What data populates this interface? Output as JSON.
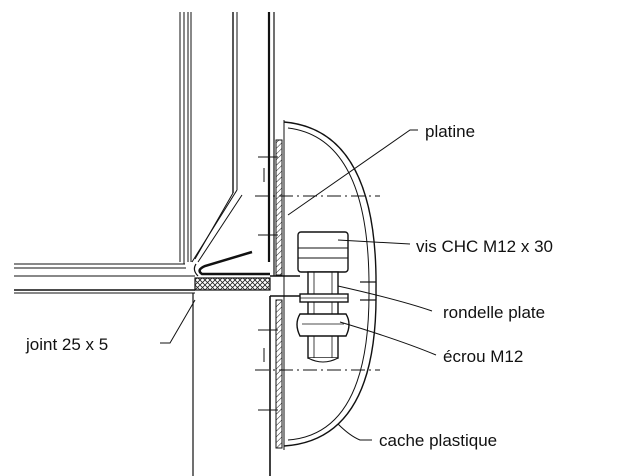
{
  "labels": {
    "platine": "platine",
    "vis": "vis CHC M12 x 30",
    "rondelle": "rondelle plate",
    "ecrou": "écrou M12",
    "cache": "cache plastique",
    "joint": "joint 25 x 5"
  },
  "colors": {
    "line": "#111111",
    "hatch": "#333333",
    "background": "#ffffff"
  }
}
